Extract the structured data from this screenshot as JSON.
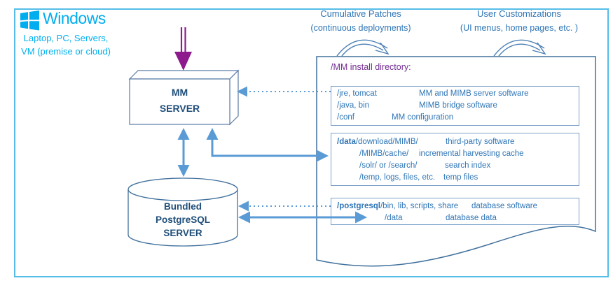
{
  "windows": {
    "brand": "Windows",
    "subtitle_line1": "Laptop, PC, Servers,",
    "subtitle_line2": "VM (premise or cloud)"
  },
  "top_labels": {
    "patches": {
      "title": "Cumulative Patches",
      "subtitle": "(continuous deployments)"
    },
    "customizations": {
      "title": "User Customizations",
      "subtitle": "(UI menus, home pages, etc. )"
    }
  },
  "servers": {
    "mm": {
      "line1": "MM",
      "line2": "SERVER"
    },
    "postgres": {
      "line1": "Bundled",
      "line2": "PostgreSQL",
      "line3": "SERVER"
    }
  },
  "document": {
    "title": "/MM install directory:",
    "box1": {
      "rows": [
        {
          "path": "/jre, tomcat",
          "desc": "MM and MIMB server software"
        },
        {
          "path": "/java, bin",
          "desc": "MIMB bridge software"
        },
        {
          "path": "/conf",
          "desc": "MM configuration"
        }
      ]
    },
    "box2": {
      "rows": [
        {
          "path_bold": "/data",
          "path_rest": "/download/MIMB/",
          "desc": "third-party software"
        },
        {
          "path": "/MIMB/cache/",
          "desc": "incremental harvesting cache"
        },
        {
          "path": "/solr/ or /search/",
          "desc": "search index"
        },
        {
          "path": "/temp, logs, files, etc.",
          "desc": "temp files"
        }
      ]
    },
    "box3": {
      "rows": [
        {
          "path_bold": "/postgresql",
          "path_rest": "/bin, lib, scripts, share",
          "desc": "database software"
        },
        {
          "path": "/data",
          "desc": "database data"
        }
      ]
    }
  },
  "colors": {
    "frame_border": "#55bde8",
    "windows_blue": "#00adef",
    "subtitle_blue": "#00b0f0",
    "diagram_text_blue": "#2e75b6",
    "server_label_blue": "#1f4e79",
    "arrow_blue": "#5b9bd5",
    "shape_outline_blue": "#41719c",
    "mm_box_outline": "#5a7ca6",
    "dir_box_outline": "#7da0c9",
    "install_title_purple": "#722b90",
    "install_arrow_purple": "#8d1b8d"
  }
}
